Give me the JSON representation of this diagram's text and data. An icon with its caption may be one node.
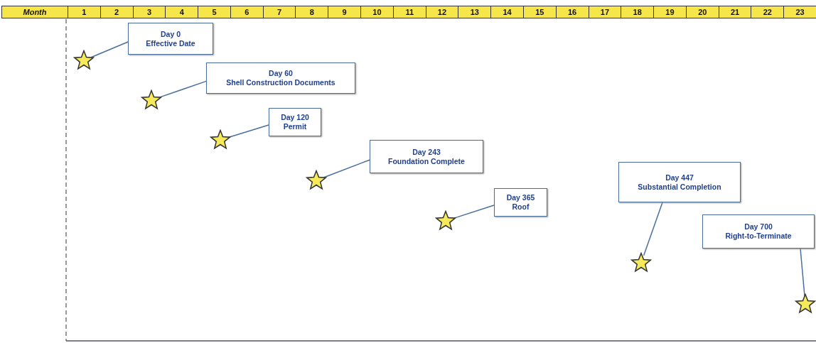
{
  "diagram": {
    "nodes": [
      {
        "text": [
          "Day 0",
          "Effective Date"
        ]
      },
      {
        "text": [],
        "shape": "star"
      },
      {
        "text": [
          "Day 60",
          "Shell Construction Documents"
        ]
      },
      {
        "text": [],
        "shape": "star"
      },
      {
        "text": [
          "Day 120",
          "Permit"
        ]
      },
      {
        "text": [],
        "shape": "star"
      },
      {
        "text": [
          "Day 243",
          "Foundation Complete"
        ]
      },
      {
        "text": [],
        "shape": "star"
      },
      {
        "text": [
          "Day 365",
          "Roof"
        ]
      },
      {
        "text": [],
        "shape": "star"
      },
      {
        "text": [
          "Day 447",
          "Substantial Completion"
        ]
      },
      {
        "text": [],
        "shape": "star"
      },
      {
        "text": [
          "Day 700",
          "Right-to-Terminate"
        ]
      },
      {
        "text": [],
        "shape": "star"
      }
    ],
    "edges": [
      {
        "from": 0,
        "to": 1,
        "arrow": "none"
      },
      {
        "from": 2,
        "to": 3,
        "arrow": "none"
      },
      {
        "from": 4,
        "to": 5,
        "arrow": "none"
      },
      {
        "from": 6,
        "to": 7,
        "arrow": "none"
      },
      {
        "from": 8,
        "to": 9,
        "arrow": "none"
      },
      {
        "from": 10,
        "to": 11,
        "arrow": "none"
      },
      {
        "from": 12,
        "to": 13,
        "arrow": "none"
      }
    ],
    "labels": [
      "Month",
      "1",
      "2",
      "3",
      "4",
      "5",
      "6",
      "7",
      "8",
      "9",
      "10",
      "11",
      "12",
      "13",
      "14",
      "15",
      "16",
      "17",
      "18",
      "19",
      "20",
      "21",
      "22",
      "23"
    ]
  }
}
